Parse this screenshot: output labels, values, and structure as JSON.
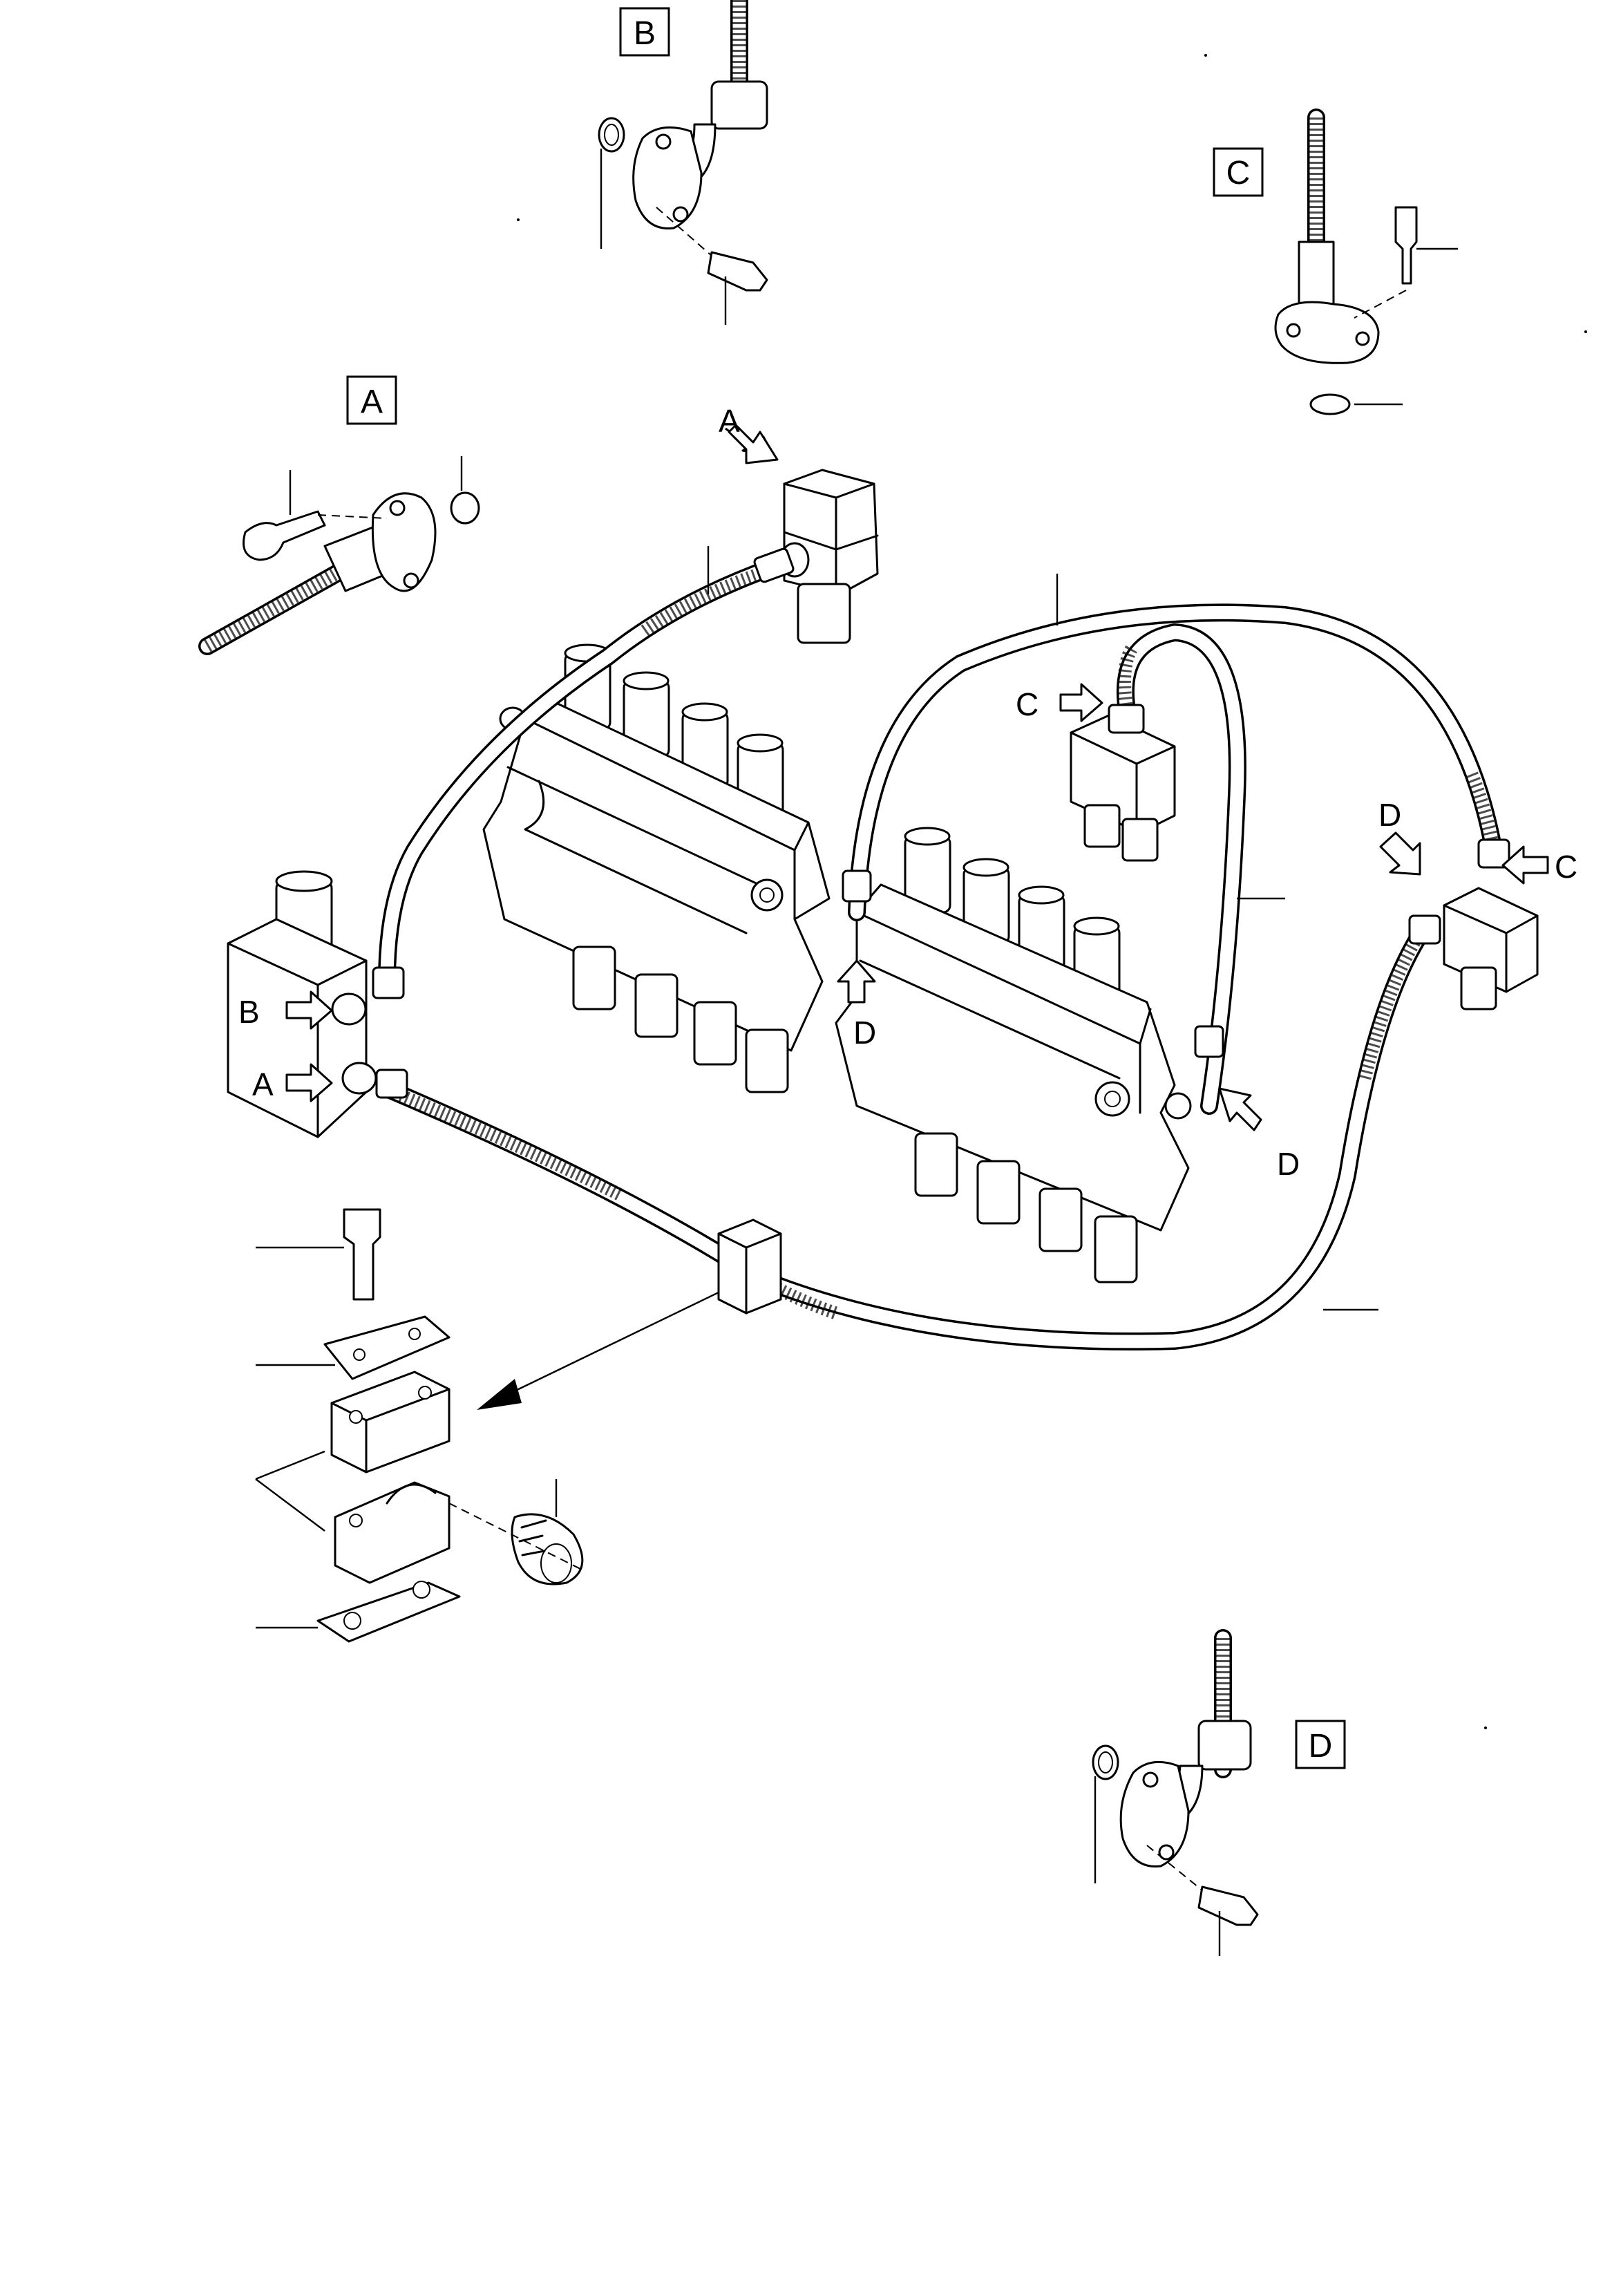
{
  "detail_views": [
    {
      "id": "detail-a",
      "label": "A"
    },
    {
      "id": "detail-b",
      "label": "B"
    },
    {
      "id": "detail-c",
      "label": "C"
    },
    {
      "id": "detail-d",
      "label": "D"
    }
  ],
  "callouts": {
    "top_valve_a": "A",
    "left_block_b": "B",
    "left_block_a": "A",
    "upper_c": "C",
    "right_d": "D",
    "right_c": "C",
    "mid_d": "D",
    "lower_d": "D"
  }
}
